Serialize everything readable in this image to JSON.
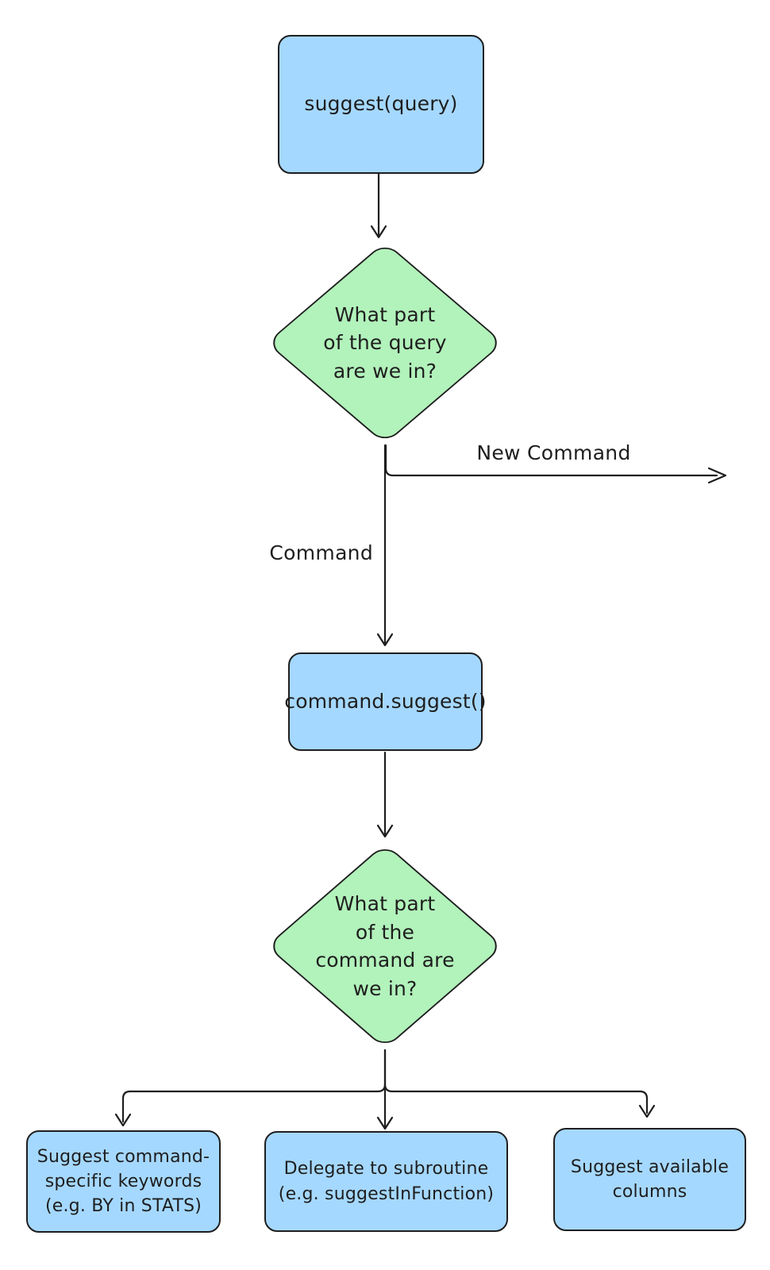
{
  "diagram": {
    "title": "Query suggestion flowchart",
    "colors": {
      "background": "#ffffff",
      "stroke": "#1e1e1e",
      "process_fill": "#a5d8ff",
      "decision_fill": "#b2f2bb",
      "text": "#1e1e1e"
    },
    "nodes": {
      "suggest_query": {
        "label": "suggest(query)"
      },
      "query_part_decision": {
        "line1": "What part",
        "line2": "of the query",
        "line3": "are we in?"
      },
      "command_suggest": {
        "label": "command.suggest()"
      },
      "command_part_decision": {
        "line1": "What part",
        "line2": "of the",
        "line3": "command are",
        "line4": "we in?"
      },
      "suggest_keywords": {
        "line1": "Suggest command-",
        "line2": "specific keywords",
        "line3": "(e.g. BY in STATS)"
      },
      "delegate_subroutine": {
        "line1": "Delegate to subroutine",
        "line2": "(e.g. suggestInFunction)"
      },
      "suggest_columns": {
        "line1": "Suggest available",
        "line2": "columns"
      }
    },
    "edge_labels": {
      "new_command": "New Command",
      "command": "Command"
    }
  }
}
